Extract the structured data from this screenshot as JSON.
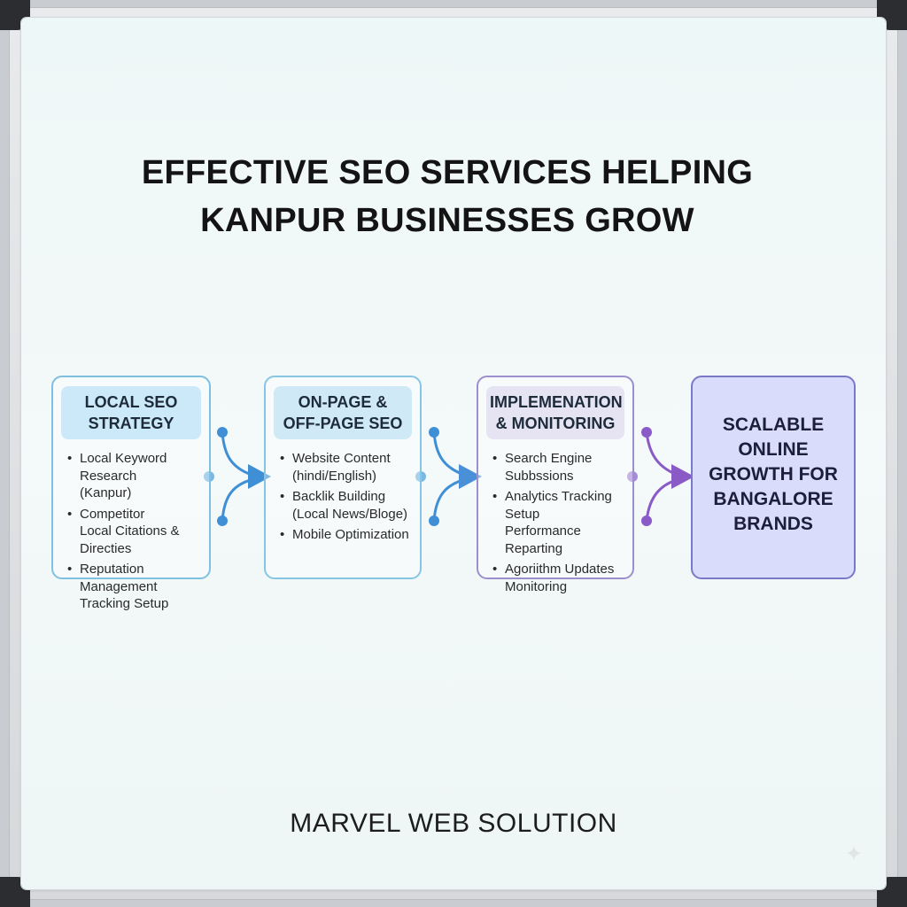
{
  "title_lines": [
    "EFFECTIVE SEO SERVICES HELPING",
    "KANPUR BUSINESSES GROW"
  ],
  "stages": [
    {
      "heading_lines": [
        "LOCAL SEO",
        "STRATEGY"
      ],
      "items": [
        "Local Keyword Research\n(Kanpur)",
        "Competitor\nLocal Citations & Directies",
        "Reputation Management\nTracking Setup"
      ]
    },
    {
      "heading_lines": [
        "ON-PAGE &",
        "OFF-PAGE SEO"
      ],
      "items": [
        "Website Content\n(hindi/English)",
        "Backlik Building\n(Local News/Bloge)",
        "Mobile Optimization"
      ]
    },
    {
      "heading_lines": [
        "IMPLEMENATION",
        "& MONITORING"
      ],
      "items": [
        "Search Engine\nSubbssions",
        "Analytics Tracking Setup\nPerformance Reparting",
        "Agoriithm Updates\nMonitoring"
      ]
    }
  ],
  "outcome_lines": [
    "SCALABLE",
    "ONLINE",
    "GROWTH FOR",
    "BANGALORE",
    "BRANDS"
  ],
  "footer": "MARVEL WEB SOLUTION",
  "colors": {
    "stage1": "#7fbfe0",
    "stage2": "#86c6e3",
    "stage3": "#9b8fcf",
    "outcome_border": "#7a79c8",
    "outcome_fill": "#d9dcfa",
    "arrow_blue": "#3f8fd6",
    "arrow_purple": "#8a5ac6"
  }
}
